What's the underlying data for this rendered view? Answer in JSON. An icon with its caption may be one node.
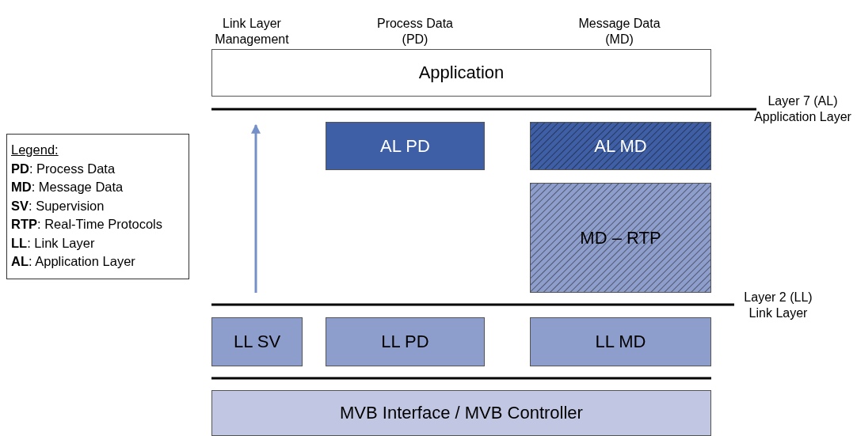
{
  "diagram": {
    "nodes": [
      {
        "text": [
          "Application"
        ]
      },
      {
        "text": [
          "AL PD"
        ]
      },
      {
        "text": [
          "AL MD"
        ]
      },
      {
        "text": [
          "MD – RTP"
        ]
      },
      {
        "text": [
          "LL SV"
        ]
      },
      {
        "text": [
          "LL PD"
        ]
      },
      {
        "text": [
          "LL MD"
        ]
      },
      {
        "text": [
          "MVB Interface / MVB Controller"
        ]
      }
    ],
    "edges": [],
    "labels": [
      "Link Layer Management",
      "Process Data (PD)",
      "Message Data (MD)",
      "Layer 7 (AL) Application Layer",
      "Layer 2 (LL) Link Layer",
      "Legend:"
    ],
    "legend": [
      {
        "text": "**PD**: Process Data"
      },
      {
        "text": "**MD**: Message Data"
      },
      {
        "text": "**SV**: Supervision"
      },
      {
        "text": "**RTP**: Real-Time Protocols"
      },
      {
        "text": "**LL**: Link Layer"
      },
      {
        "text": "**AL**: Application Layer"
      }
    ]
  }
}
